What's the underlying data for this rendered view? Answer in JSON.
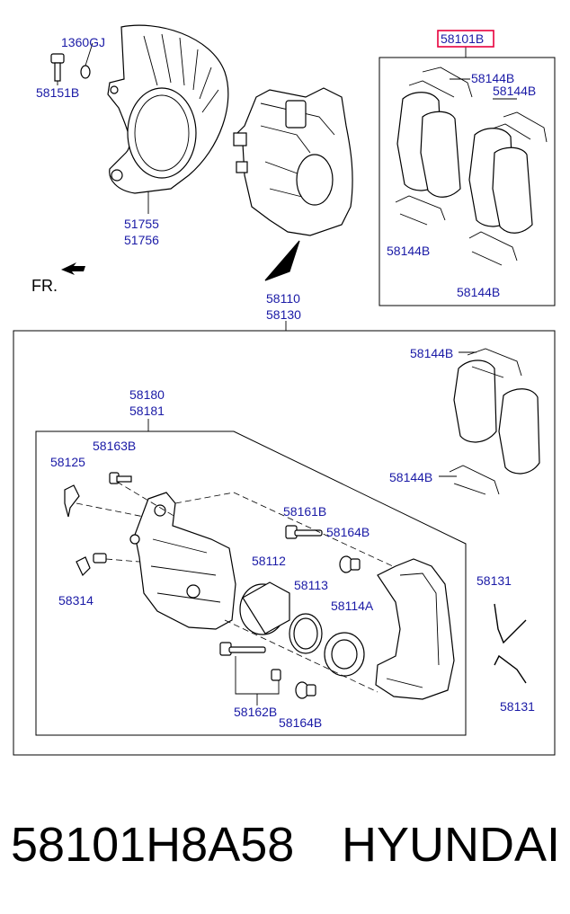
{
  "labels": {
    "l1360gj": "1360GJ",
    "l58151b": "58151B",
    "l51755": "51755",
    "l51756": "51756",
    "l58101b": "58101B",
    "l58144b_1": "58144B",
    "l58144b_2": "58144B",
    "l58144b_3": "58144B",
    "l58144b_4": "58144B",
    "l58144b_5": "58144B",
    "l58144b_6": "58144B",
    "fr": "FR.",
    "l58110": "58110",
    "l58130": "58130",
    "l58180": "58180",
    "l58181": "58181",
    "l58163b": "58163B",
    "l58125": "58125",
    "l58161b": "58161B",
    "l58164b_1": "58164B",
    "l58112": "58112",
    "l58113": "58113",
    "l58114a": "58114A",
    "l58314": "58314",
    "l58131_1": "58131",
    "l58131_2": "58131",
    "l58162b": "58162B",
    "l58164b_2": "58164B"
  },
  "highlight_color": "#e8003c",
  "label_color": "#1a1aa6",
  "caption": {
    "part_number": "58101H8A58",
    "brand": "HYUNDAI"
  }
}
